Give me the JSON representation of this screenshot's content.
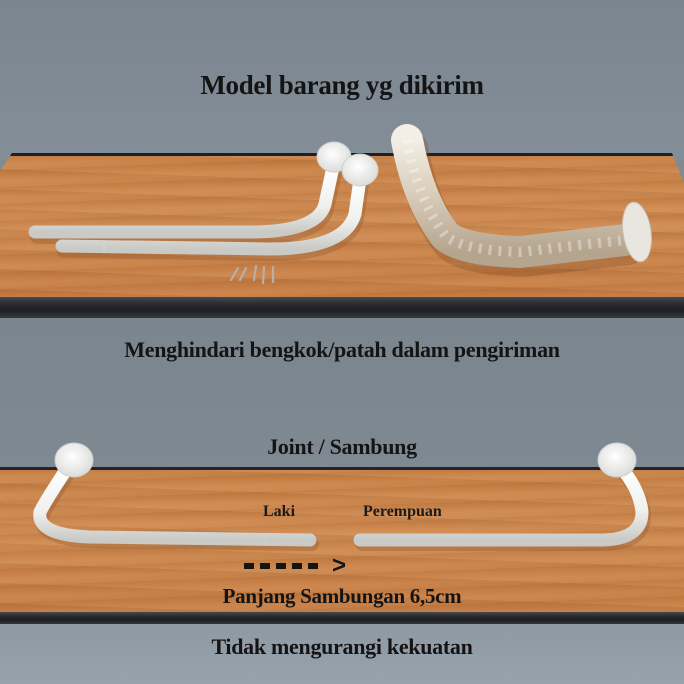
{
  "captions": {
    "shipped_model": "Model barang yg dikirim",
    "avoid_damage": "Menghindari bengkok/patah dalam pengiriman",
    "joint": "Joint / Sambung",
    "joint_length": "Panjang Sambungan 6,5cm",
    "strength": "Tidak mengurangi kekuatan"
  },
  "labels": {
    "male": "Laki",
    "female": "Perempuan"
  },
  "arrow": {
    "dashes": 5,
    "head": ">"
  },
  "colors": {
    "wall": "#7f8a94",
    "wood": "#c8834a",
    "table_edge": "#2a2d31",
    "pipe": "#f4f4f2",
    "text": "#141414"
  }
}
